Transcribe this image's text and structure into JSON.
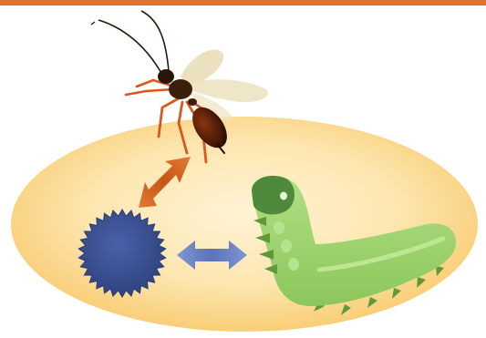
{
  "diagram": {
    "nodes": [
      {
        "id": "wasp",
        "icon": "wasp-icon"
      },
      {
        "id": "virus",
        "icon": "virus-particle-icon"
      },
      {
        "id": "caterpillar",
        "icon": "caterpillar-icon"
      }
    ],
    "edges": [
      {
        "from": "wasp",
        "to": "virus",
        "direction": "both"
      },
      {
        "from": "virus",
        "to": "caterpillar",
        "direction": "both"
      }
    ],
    "colors": {
      "top_bar": "#e2742f",
      "habitat_center": "#fde9b4",
      "habitat_edge": "#f8c869",
      "arrow_wasp_virus": "#e2742f",
      "arrow_virus_caterpillar": "#6f86c4",
      "virus": "#3b4f95",
      "caterpillar_body": "#9cd36a",
      "caterpillar_head": "#4f8a3c",
      "wasp_body": "#2a1608",
      "wasp_abdomen": "#7a2a0c",
      "wasp_legs": "#d9581c"
    }
  }
}
